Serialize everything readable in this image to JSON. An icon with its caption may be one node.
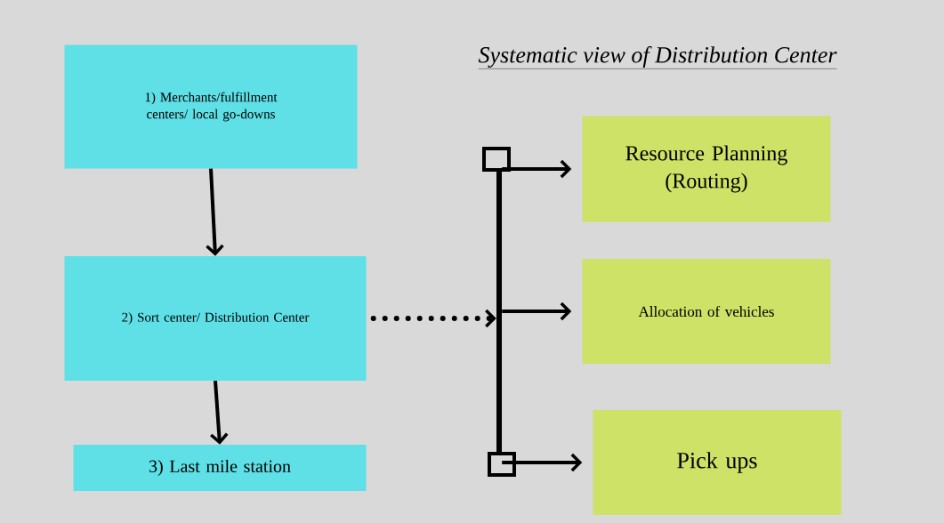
{
  "diagram": {
    "title": "Systematic view of Distribution Center",
    "nodes": [
      {
        "text": [
          "1) Merchants/fulfillment centers/ local go-downs"
        ]
      },
      {
        "text": [
          "2) Sort center/ Distribution Center"
        ]
      },
      {
        "text": [
          "3) Last mile station"
        ]
      },
      {
        "text": [],
        "shape": "bar"
      },
      {
        "text": [
          "Resource Planning (Routing)"
        ]
      },
      {
        "text": [
          "Allocation of vehicles"
        ]
      },
      {
        "text": [
          "Pick ups"
        ]
      }
    ],
    "edges": [
      {
        "from": 0,
        "to": 1,
        "arrow": "to"
      },
      {
        "from": 1,
        "to": 2,
        "arrow": "to"
      },
      {
        "from": 1,
        "to": 3,
        "arrow": "to",
        "style": "dashed"
      },
      {
        "from": 3,
        "to": 4,
        "arrow": "to"
      },
      {
        "from": 3,
        "to": 5,
        "arrow": "to"
      },
      {
        "from": 3,
        "to": 6,
        "arrow": "to"
      }
    ]
  }
}
